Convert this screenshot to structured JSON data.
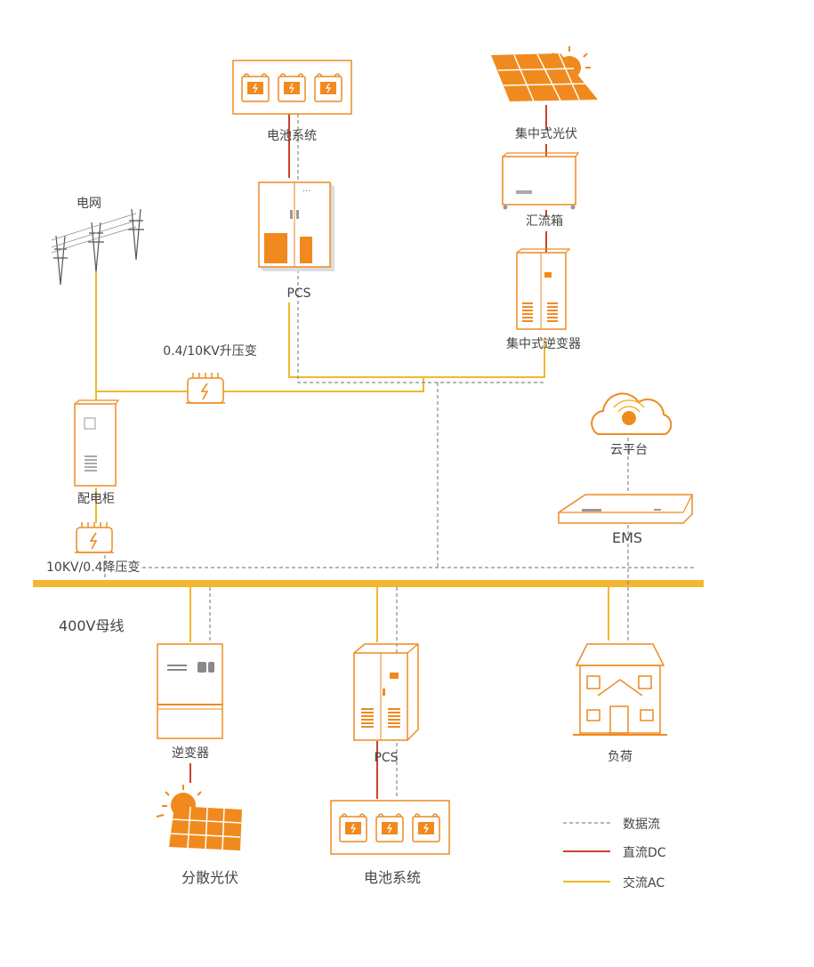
{
  "colors": {
    "ac": "#f2b72f",
    "dc": "#c8432b",
    "data": "#8a8a8a",
    "equipment": "#ee8a22",
    "equipment_fill": "#f08a1e"
  },
  "labels": {
    "grid": "电网",
    "battery_top": "电池系统",
    "pcs_top": "PCS",
    "central_pv": "集中式光伏",
    "combiner_box": "汇流箱",
    "central_inverter": "集中式逆变器",
    "step_up": "0.4/10KV升压变",
    "switchgear": "配电柜",
    "step_down": "10KV/0.4降压变",
    "cloud": "云平台",
    "ems": "EMS",
    "bus": "400V母线",
    "inverter": "逆变器",
    "pcs_bottom": "PCS",
    "load": "负荷",
    "distributed_pv": "分散光伏",
    "battery_bottom": "电池系统"
  },
  "legend": {
    "data_flow": "数据流",
    "dc": "直流DC",
    "ac": "交流AC"
  },
  "icons": [
    "power-tower-icon",
    "battery-rack-icon",
    "pcs-cabinet-icon",
    "solar-panel-icon",
    "combiner-box-icon",
    "central-inverter-icon",
    "transformer-icon",
    "switchgear-icon",
    "cloud-icon",
    "ems-device-icon",
    "string-inverter-icon",
    "house-icon"
  ]
}
